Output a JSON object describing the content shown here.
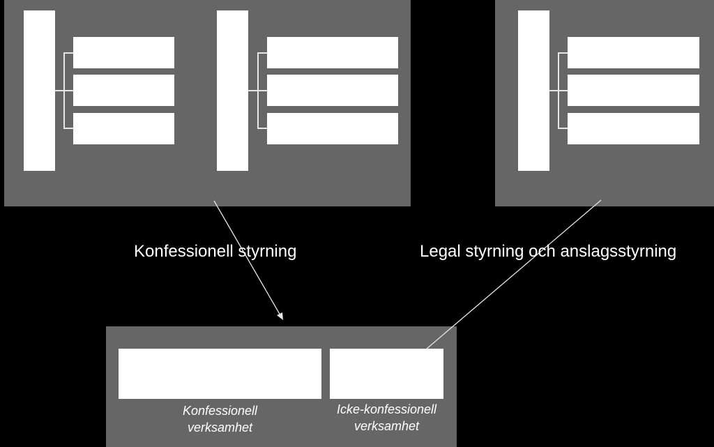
{
  "labels": {
    "left_flow": "Konfessionell styrning",
    "right_flow": "Legal styrning och anslagsstyrning"
  },
  "bottom": {
    "caption_left": [
      "Konfessionell",
      "verksamhet"
    ],
    "caption_right": [
      "Icke-konfessionell",
      "verksamhet"
    ]
  },
  "colors": {
    "background": "#000000",
    "panel": "#666666",
    "box": "#ffffff",
    "text": "#ffffff",
    "connector": "#e6e6e6"
  }
}
